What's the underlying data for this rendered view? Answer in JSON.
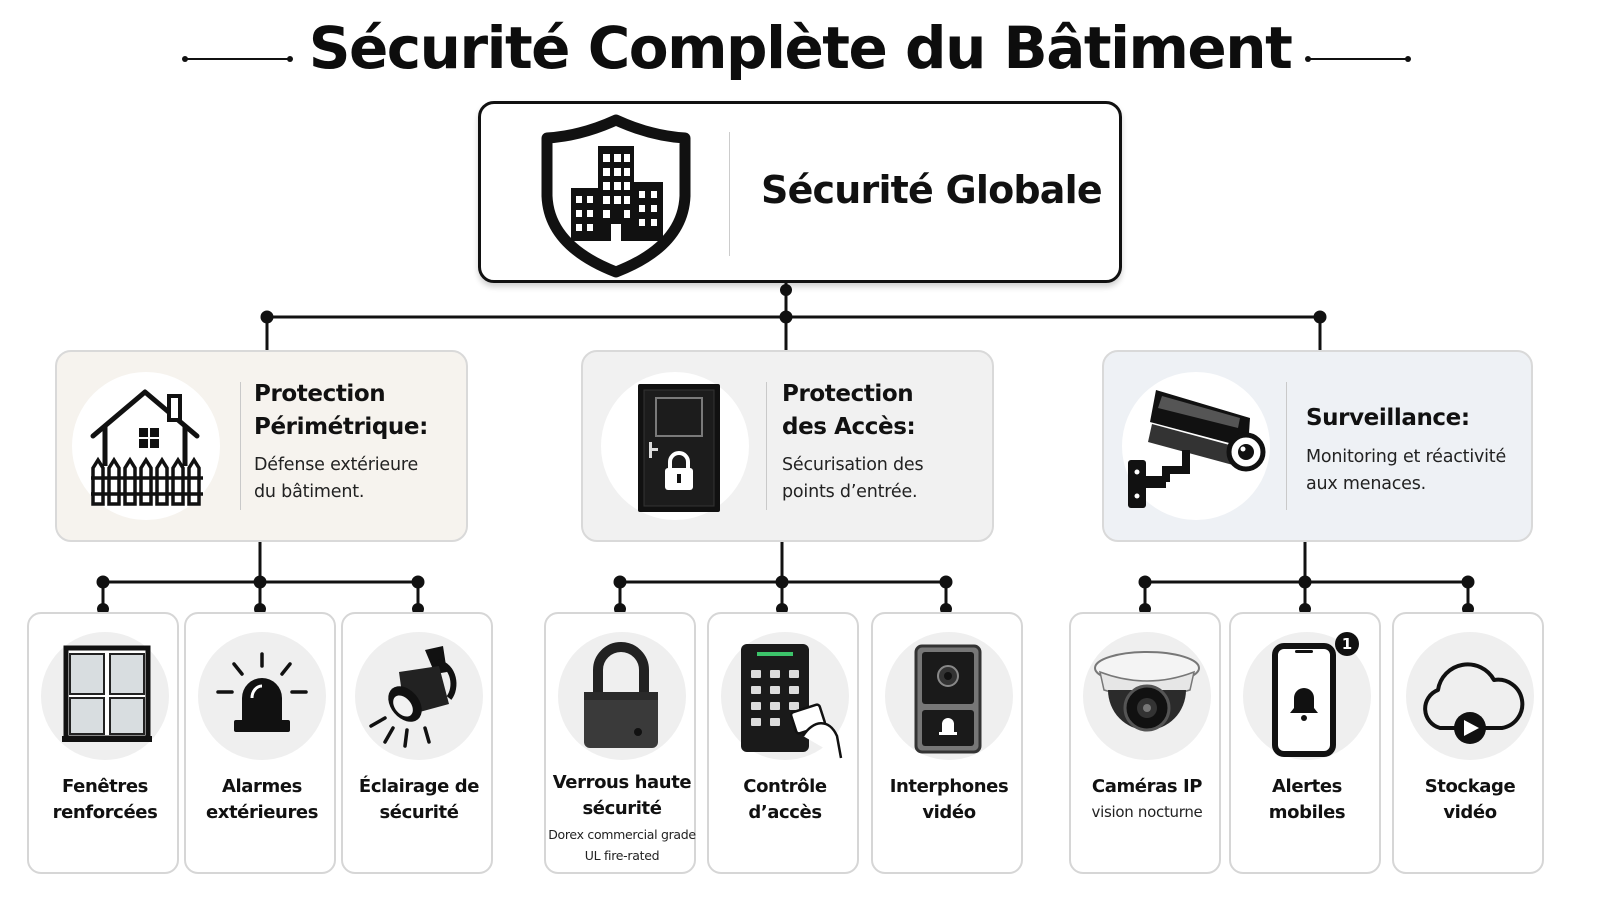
{
  "title": "Sécurité Complète du Bâtiment",
  "root": {
    "label": "Sécurité Globale",
    "icon": "shield-building-icon"
  },
  "categories": [
    {
      "title_line1": "Protection",
      "title_line2": "Périmétrique:",
      "desc_line1": "Défense extérieure",
      "desc_line2": "du bâtiment.",
      "icon": "house-fence-icon",
      "bg": "#f6f3ee",
      "items": [
        {
          "line1": "Fenêtres",
          "line2": "renforcées",
          "icon": "window-icon"
        },
        {
          "line1": "Alarmes",
          "line2": "extérieures",
          "icon": "siren-icon"
        },
        {
          "line1": "Éclairage de",
          "line2": "sécurité",
          "icon": "floodlight-icon"
        }
      ]
    },
    {
      "title_line1": "Protection",
      "title_line2": "des Accès:",
      "desc_line1": "Sécurisation des",
      "desc_line2": "points d’entrée.",
      "icon": "locked-door-icon",
      "bg": "#f1f1f1",
      "items": [
        {
          "line1": "Verrous haute",
          "line2": "sécurité",
          "sub1": "Dorex commercial grade",
          "sub2": "UL fire-rated",
          "icon": "padlock-icon"
        },
        {
          "line1": "Contrôle",
          "line2": "d’accès",
          "icon": "keypad-card-icon"
        },
        {
          "line1": "Interphones",
          "line2": "vidéo",
          "icon": "video-intercom-icon"
        }
      ]
    },
    {
      "title_line1": "Surveillance:",
      "desc_line1": "Monitoring et réactivité",
      "desc_line2": "aux menaces.",
      "icon": "cctv-camera-icon",
      "bg": "#eef1f5",
      "items": [
        {
          "line1": "Caméras IP",
          "sub1": "vision nocturne",
          "icon": "dome-camera-icon"
        },
        {
          "line1": "Alertes",
          "line2": "mobiles",
          "badge": "1",
          "icon": "phone-bell-icon"
        },
        {
          "line1": "Stockage",
          "line2": "vidéo",
          "icon": "cloud-video-icon"
        }
      ]
    }
  ],
  "colors": {
    "line": "#111111",
    "card_border": "#d6d6d6",
    "icon_circle": "#efefef"
  }
}
